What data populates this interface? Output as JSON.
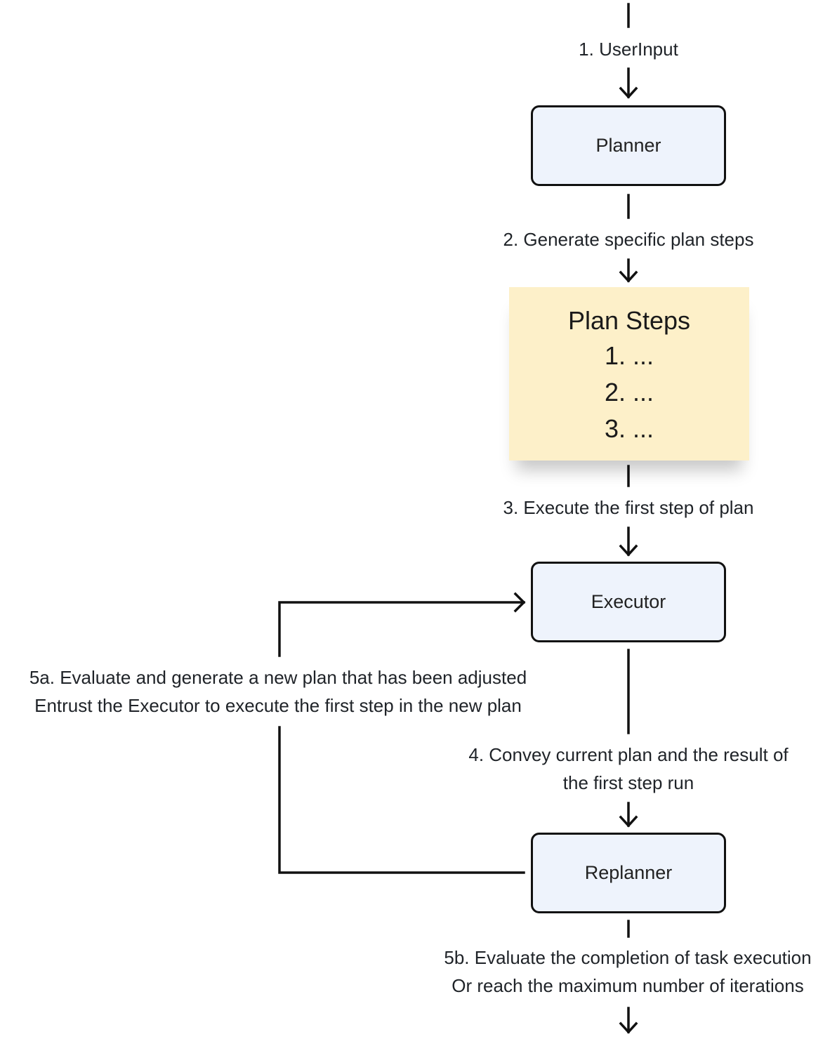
{
  "nodes": {
    "planner": "Planner",
    "executor": "Executor",
    "replanner": "Replanner"
  },
  "plan_steps": {
    "title": "Plan Steps",
    "items": [
      "1. ...",
      "2. ...",
      "3. ..."
    ]
  },
  "edges": {
    "user_input": "1. UserInput",
    "generate_steps": "2. Generate specific plan steps",
    "execute_first": "3. Execute the first step of plan",
    "convey": {
      "line1": "4. Convey current plan and the result of",
      "line2": "the first step run"
    },
    "replan": {
      "line1": "5a. Evaluate and generate a new plan that has been adjusted",
      "line2": "Entrust the Executor to execute the first step in the new plan"
    },
    "finish": {
      "line1": "5b. Evaluate the completion of task execution",
      "line2": "Or reach the maximum number of iterations"
    }
  },
  "colors": {
    "node_fill": "#eef3fc",
    "note_fill": "#fdf0c9",
    "stroke": "#111111"
  }
}
